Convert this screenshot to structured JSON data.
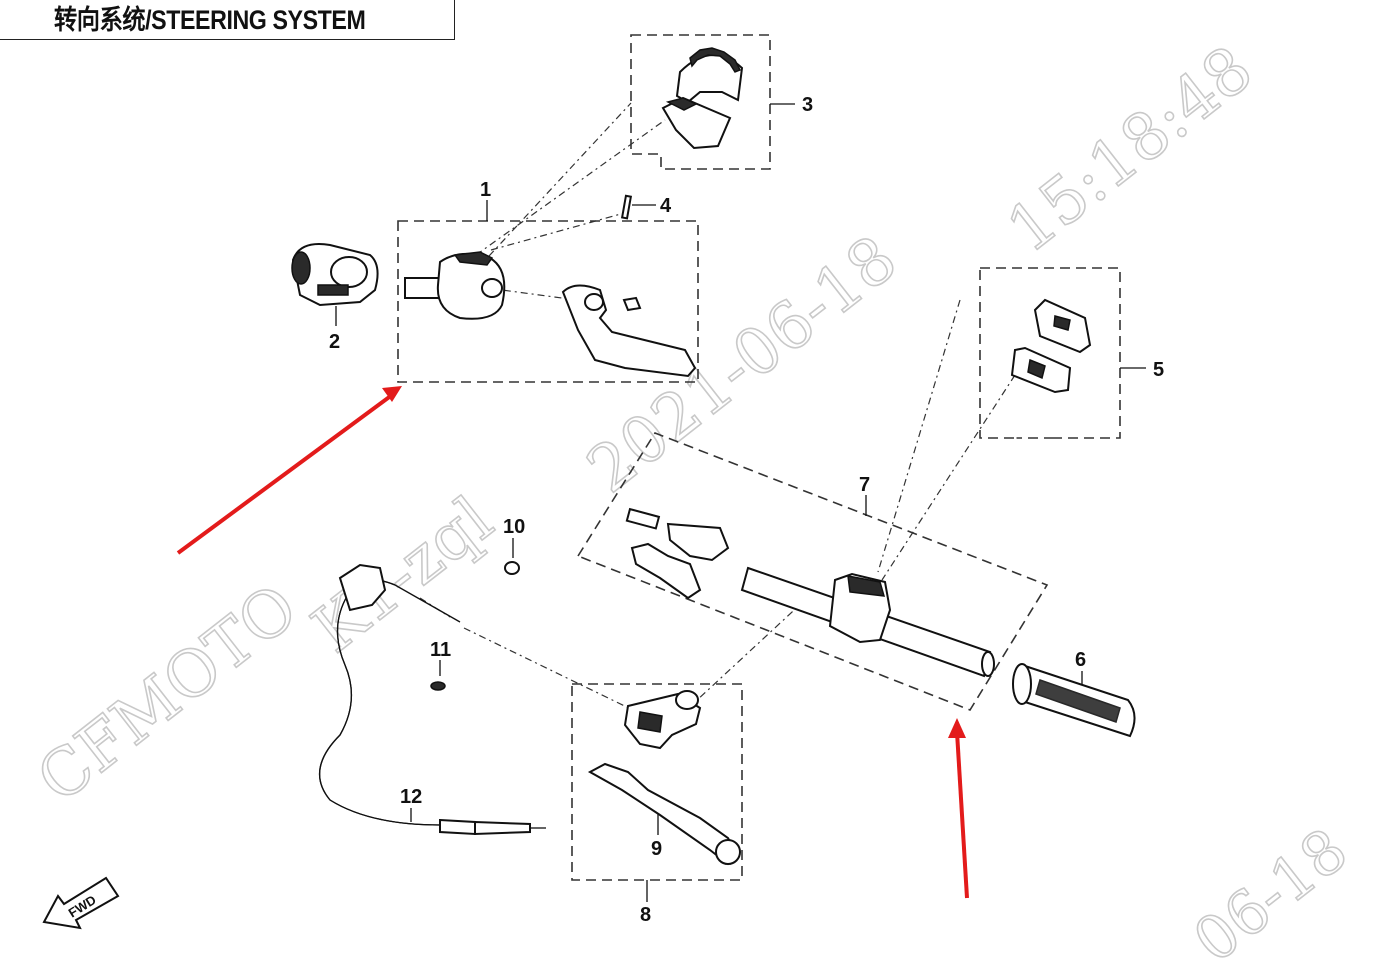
{
  "header": {
    "title": "转向系统/STEERING SYSTEM"
  },
  "watermark": {
    "brand": "CFMOTO",
    "user": "K1-zql",
    "date": "2021-06-18",
    "time": "15:18:48",
    "date_partial": "06-18"
  },
  "callouts": [
    "1",
    "2",
    "3",
    "4",
    "5",
    "6",
    "7",
    "8",
    "9",
    "10",
    "11",
    "12"
  ],
  "fwd_label": "FWD",
  "colors": {
    "arrow": "#e31b1b",
    "line": "#111111",
    "watermark": "#c9c9c9"
  }
}
